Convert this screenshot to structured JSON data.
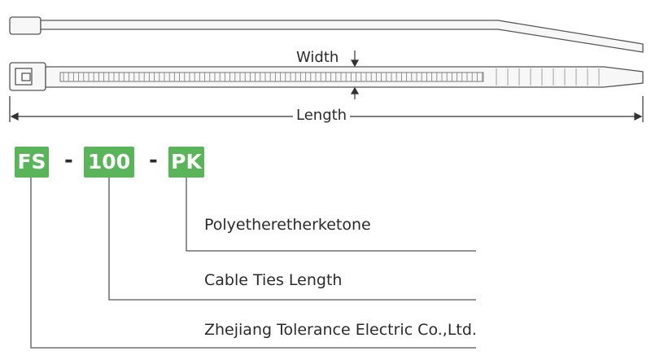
{
  "dimensions": {
    "width_label": "Width",
    "length_label": "Length"
  },
  "part_code": {
    "segments": [
      {
        "code": "FS",
        "color": "#5ab55a"
      },
      {
        "code": "100",
        "color": "#5ab55a"
      },
      {
        "code": "PK",
        "color": "#5ab55a"
      }
    ],
    "separator": "-"
  },
  "legend": {
    "material": "Polyetheretherketone",
    "length": "Cable Ties Length",
    "manufacturer": "Zhejiang Tolerance Electric Co.,Ltd."
  },
  "colors": {
    "accent": "#5ab55a",
    "line": "#555555",
    "text": "#2b2b2b"
  }
}
